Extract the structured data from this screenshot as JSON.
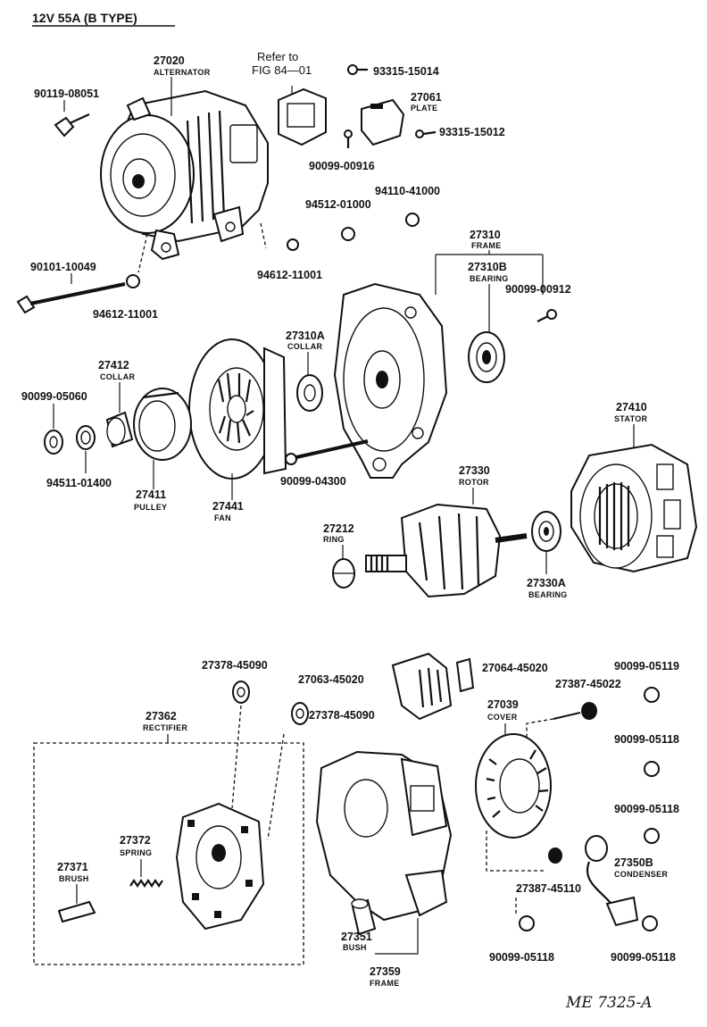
{
  "header": {
    "title": "12V 55A (B TYPE)",
    "refer_line1": "Refer to",
    "refer_line2": "FIG 84—01"
  },
  "parts": {
    "p27020": {
      "number": "27020",
      "name": "ALTERNATOR"
    },
    "p90119_08051": {
      "number": "90119-08051"
    },
    "p93315_15014": {
      "number": "93315-15014"
    },
    "p27061": {
      "number": "27061",
      "name": "PLATE"
    },
    "p93315_15012": {
      "number": "93315-15012"
    },
    "p90099_00916": {
      "number": "90099-00916"
    },
    "p94110_41000": {
      "number": "94110-41000"
    },
    "p94512_01000": {
      "number": "94512-01000"
    },
    "p94612_11001_a": {
      "number": "94612-11001"
    },
    "p90101_10049": {
      "number": "90101-10049"
    },
    "p94612_11001_b": {
      "number": "94612-11001"
    },
    "p27310": {
      "number": "27310",
      "name": "FRAME"
    },
    "p27310B": {
      "number": "27310B",
      "name": "BEARING"
    },
    "p90099_00912": {
      "number": "90099-00912"
    },
    "p27310A": {
      "number": "27310A",
      "name": "COLLAR"
    },
    "p27412": {
      "number": "27412",
      "name": "COLLAR"
    },
    "p90099_05060": {
      "number": "90099-05060"
    },
    "p94511_01400": {
      "number": "94511-01400"
    },
    "p27411": {
      "number": "27411",
      "name": "PULLEY"
    },
    "p27441": {
      "number": "27441",
      "name": "FAN"
    },
    "p90099_04300": {
      "number": "90099-04300"
    },
    "p27410": {
      "number": "27410",
      "name": "STATOR"
    },
    "p27330": {
      "number": "27330",
      "name": "ROTOR"
    },
    "p27212": {
      "number": "27212",
      "name": "RING"
    },
    "p27330A": {
      "number": "27330A",
      "name": "BEARING"
    },
    "p27378_45090_a": {
      "number": "27378-45090"
    },
    "p27378_45090_b": {
      "number": "27378-45090"
    },
    "p27063_45020": {
      "number": "27063-45020"
    },
    "p27064_45020": {
      "number": "27064-45020"
    },
    "p90099_05119": {
      "number": "90099-05119"
    },
    "p27387_45022": {
      "number": "27387-45022"
    },
    "p27362": {
      "number": "27362",
      "name": "RECTIFIER"
    },
    "p27039": {
      "number": "27039",
      "name": "COVER"
    },
    "p90099_05118_a": {
      "number": "90099-05118"
    },
    "p90099_05118_b": {
      "number": "90099-05118"
    },
    "p27372": {
      "number": "27372",
      "name": "SPRING"
    },
    "p27371": {
      "number": "27371",
      "name": "BRUSH"
    },
    "p27350B": {
      "number": "27350B",
      "name": "CONDENSER"
    },
    "p27387_45110": {
      "number": "27387-45110"
    },
    "p27351": {
      "number": "27351",
      "name": "BUSH"
    },
    "p27359": {
      "number": "27359",
      "name": "FRAME"
    },
    "p90099_05118_c": {
      "number": "90099-05118"
    },
    "p90099_05118_d": {
      "number": "90099-05118"
    }
  },
  "footer": {
    "drawing_code": "ME 7325-A"
  }
}
